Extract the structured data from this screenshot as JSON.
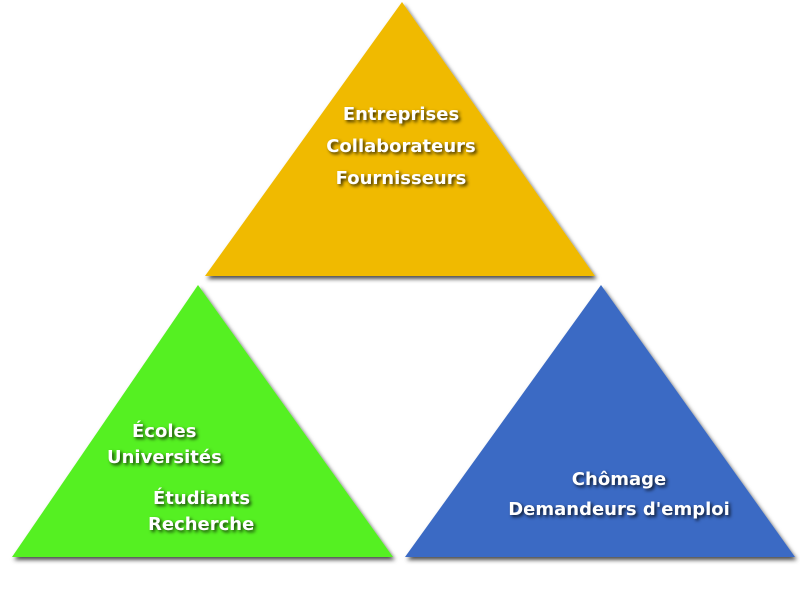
{
  "colors": {
    "top": "#F0BA00",
    "left": "#55F023",
    "right": "#3A6BC4"
  },
  "top_triangle": {
    "lines": [
      "Entreprises",
      "Collaborateurs",
      "Fournisseurs"
    ]
  },
  "left_triangle": {
    "lines": [
      "Écoles",
      "Universités",
      "Étudiants",
      "Recherche"
    ]
  },
  "right_triangle": {
    "lines": [
      "Chômage",
      "Demandeurs d'emploi"
    ]
  }
}
